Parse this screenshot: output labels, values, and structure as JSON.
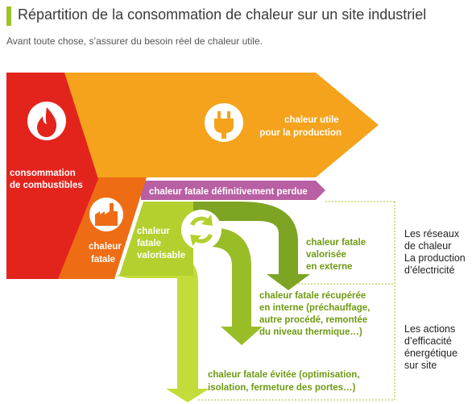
{
  "title": "Répartition de la consommation de chaleur sur un site industriel",
  "subtitle": "Avant toute chose, s’assurer du besoin réel de chaleur utile.",
  "colors": {
    "red": "#e3241d",
    "orange_dark": "#ee6d14",
    "orange": "#f5a31c",
    "purple": "#b95fa3",
    "green_dark": "#7ea424",
    "green_mid": "#99bd27",
    "green_light": "#c4dc3a",
    "label_green": "#6e9a12"
  },
  "icons": [
    "flame-icon",
    "plug-icon",
    "factory-icon",
    "recycle-icon"
  ],
  "flows": {
    "consommation": [
      "consommation",
      "de combustibles"
    ],
    "chaleur_utile": [
      "chaleur utile",
      "pour la production"
    ],
    "chaleur_fatale": [
      "chaleur",
      "fatale"
    ],
    "perdue": "chaleur fatale définitivement perdue",
    "valorisable": [
      "chaleur",
      "fatale",
      "valorisable"
    ],
    "externe": [
      "chaleur fatale",
      "valorisée",
      "en externe"
    ],
    "interne": [
      "chaleur fatale récupérée",
      "en interne (préchauffage,",
      "autre procédé, remontée",
      "du niveau thermique…)"
    ],
    "evitee": [
      "chaleur fatale évitée (optimisation,",
      "isolation, fermeture des portes…)"
    ]
  },
  "side_labels": {
    "reseaux": [
      "Les réseaux",
      "de chaleur",
      "La production",
      "d’électricité"
    ],
    "actions": [
      "Les actions",
      "d’efficacité",
      "énergétique",
      "sur site"
    ]
  }
}
